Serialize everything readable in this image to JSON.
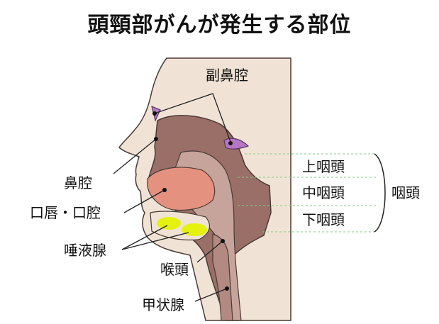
{
  "title": "頭頸部がんが発生する部位",
  "labels": {
    "paranasal_sinus": "副鼻腔",
    "nasal_cavity": "鼻腔",
    "lip_oral": "口唇・口腔",
    "salivary_gland": "唾液腺",
    "larynx": "喉頭",
    "thyroid": "甲状腺",
    "upper_pharynx": "上咽頭",
    "middle_pharynx": "中咽頭",
    "lower_pharynx": "下咽頭",
    "pharynx": "咽頭"
  },
  "colors": {
    "skin": "#f0e3d5",
    "tissue": "#9a6f68",
    "cavity": "#c7a49b",
    "oral": "#e4917f",
    "sinus": "#b577c4",
    "gland": "#e4f20d",
    "guide_line": "#7fcf7f"
  }
}
